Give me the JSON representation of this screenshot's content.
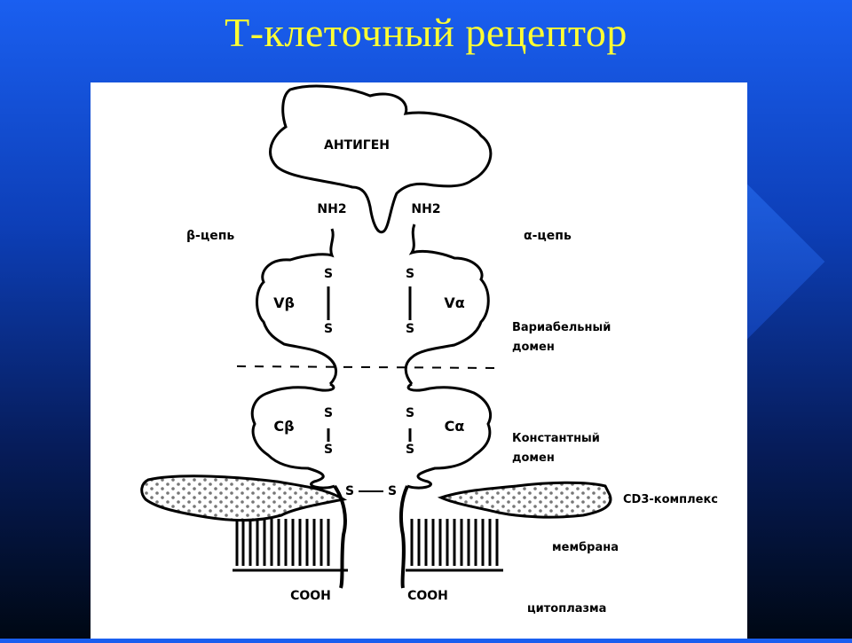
{
  "title": "Т-клеточный рецептор",
  "diagram": {
    "antigen": "АНТИГЕН",
    "nh2_left": "NH2",
    "nh2_right": "NH2",
    "beta_chain": "β-цепь",
    "alpha_chain": "α-цепь",
    "v_beta": "Vβ",
    "v_alpha": "Vα",
    "c_beta": "Cβ",
    "c_alpha": "Cα",
    "s": "S",
    "variable_domain_line1": "Вариабельный",
    "variable_domain_line2": "домен",
    "constant_domain_line1": "Константный",
    "constant_domain_line2": "домен",
    "cd3_complex": "CD3-комплекс",
    "membrane": "мембрана",
    "cooh_left": "COOH",
    "cooh_right": "COOH",
    "cytoplasm": "цитоплазма"
  }
}
